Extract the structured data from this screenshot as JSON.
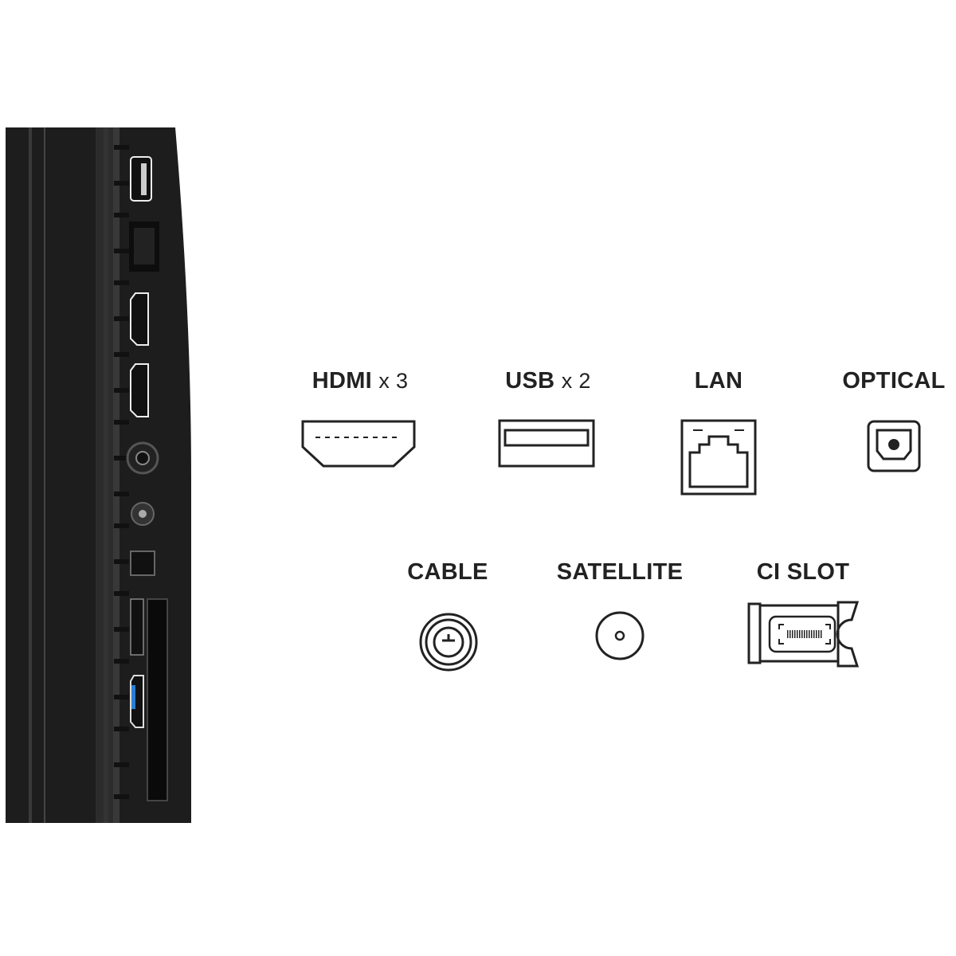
{
  "connectors": [
    {
      "id": "hdmi",
      "label": "HDMI",
      "count": "x 3"
    },
    {
      "id": "usb",
      "label": "USB",
      "count": "x 2"
    },
    {
      "id": "lan",
      "label": "LAN"
    },
    {
      "id": "optical",
      "label": "OPTICAL"
    },
    {
      "id": "cable",
      "label": "CABLE"
    },
    {
      "id": "satellite",
      "label": "SATELLITE"
    },
    {
      "id": "ci",
      "label": "CI SLOT"
    }
  ],
  "colors": {
    "panel": "#1c1c1c",
    "text": "#222222",
    "usb3_accent": "#2a7fd4"
  }
}
